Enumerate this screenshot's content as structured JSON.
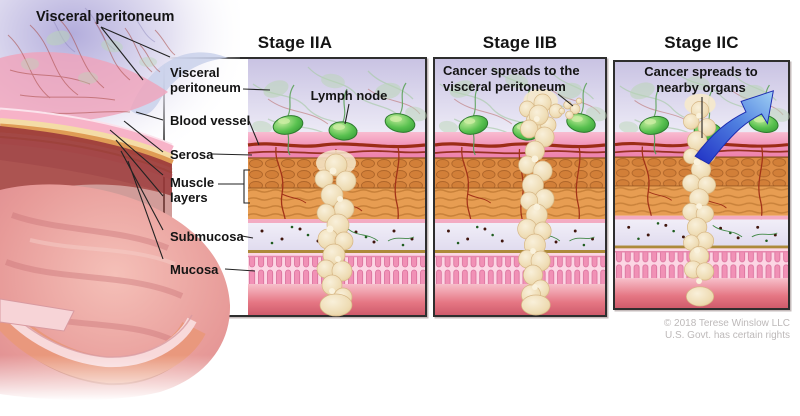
{
  "figure": {
    "overview_label": "Visceral peritoneum",
    "copyright_line1": "© 2018 Terese Winslow LLC",
    "copyright_line2": "U.S. Govt. has certain rights"
  },
  "panels": {
    "iia": {
      "title": "Stage IIA",
      "lymph_node_label": "Lymph node",
      "labels": {
        "visceral_peritoneum": "Visceral peritoneum",
        "blood_vessel": "Blood vessel",
        "serosa": "Serosa",
        "muscle_layers": "Muscle layers",
        "submucosa": "Submucosa",
        "mucosa": "Mucosa"
      }
    },
    "iib": {
      "title": "Stage IIB",
      "caption": "Cancer spreads to the visceral peritoneum"
    },
    "iic": {
      "title": "Stage IIC",
      "caption": "Cancer spreads to nearby organs"
    }
  },
  "colors": {
    "lymph_node_green": "#3fa83f",
    "tumor_beige": "#eedbb2",
    "muscle_orange": "#e2934f",
    "serosa_pink": "#ee7fab",
    "mucosa_pink": "#f191b6",
    "arrow_blue": "#2f49cf",
    "peritoneum_lavender": "#cfcae6",
    "panel_border": "#2e2e2e"
  }
}
